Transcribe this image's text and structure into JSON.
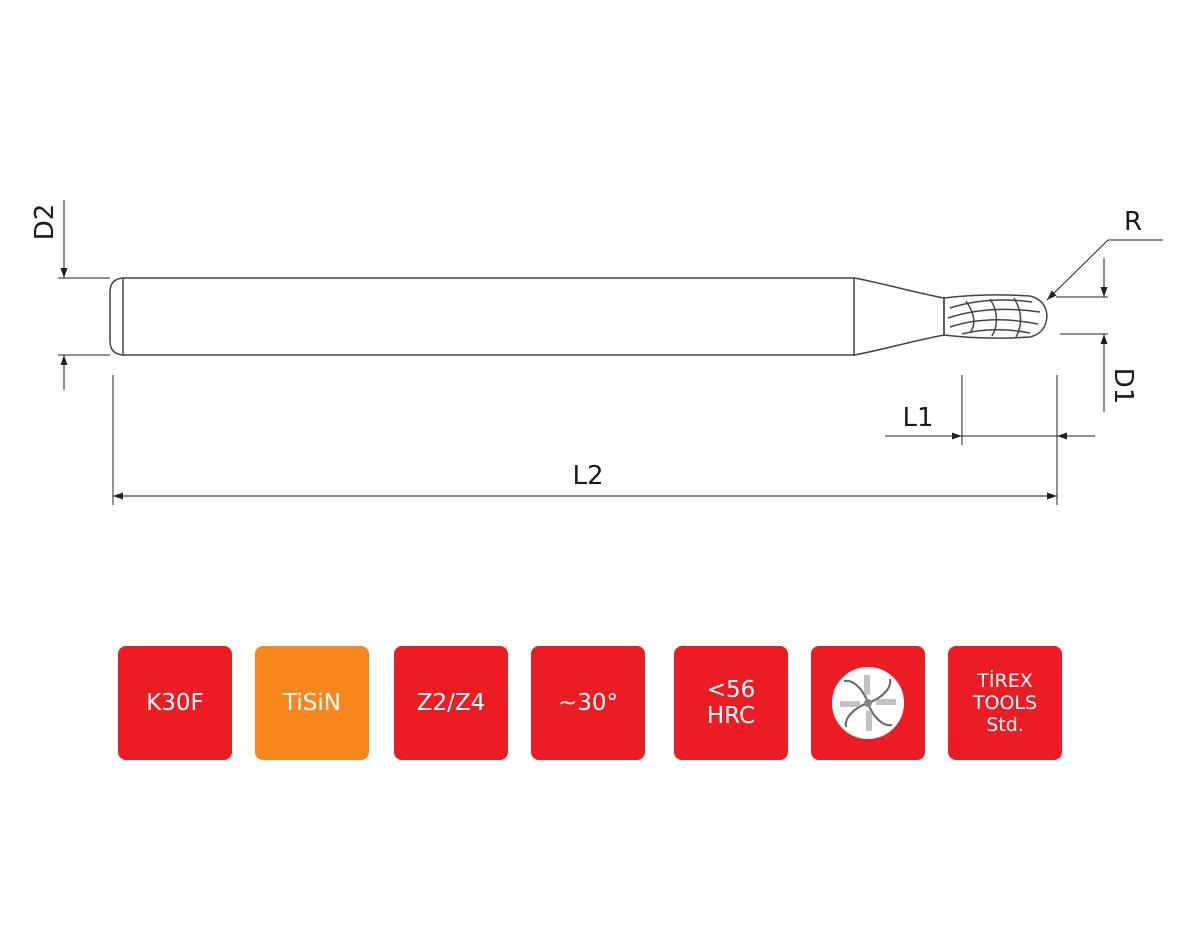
{
  "diagram": {
    "labels": {
      "d2": "D2",
      "r": "R",
      "d1": "D1",
      "l1": "L1",
      "l2": "L2"
    }
  },
  "badges": [
    {
      "lines": [
        "K30F"
      ],
      "color": "#ec1c24"
    },
    {
      "lines": [
        "TiSiN"
      ],
      "color": "#f7861d"
    },
    {
      "lines": [
        "Z2/Z4"
      ],
      "color": "#ec1c24"
    },
    {
      "lines": [
        "~30°"
      ],
      "color": "#ec1c24"
    },
    {
      "lines": [
        "<56",
        "HRC"
      ],
      "color": "#ec1c24"
    },
    {
      "icon": "flute-cross-section-icon",
      "color": "#ec1c24"
    },
    {
      "lines": [
        "TİREX",
        "TOOLS",
        "Std."
      ],
      "color": "#ec1c24"
    }
  ]
}
